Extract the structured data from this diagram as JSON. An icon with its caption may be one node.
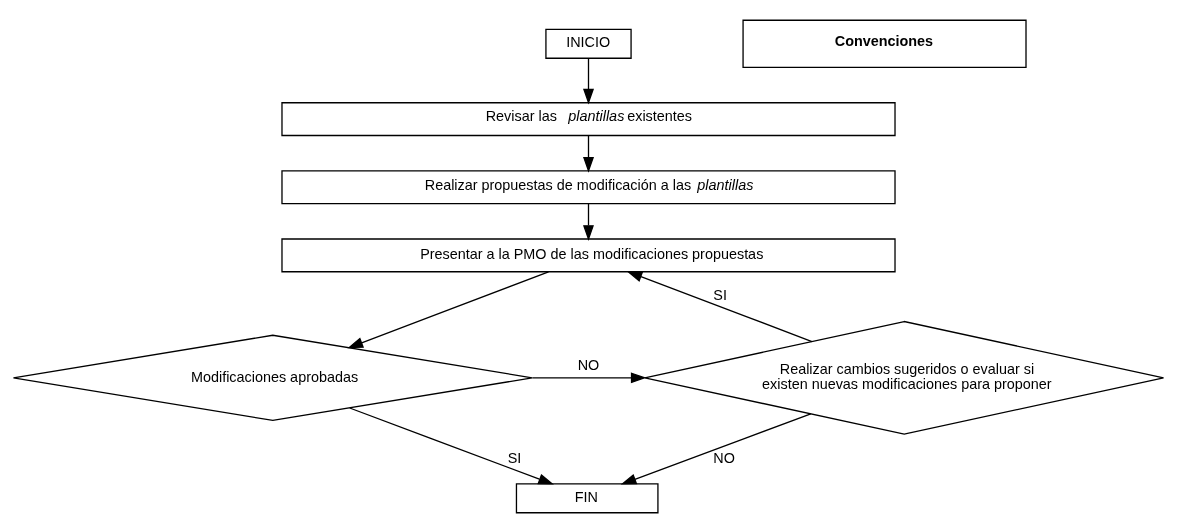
{
  "diagram": {
    "nodes": [
      {
        "text": [
          "INICIO"
        ]
      },
      {
        "text": [
          "Revisar las *plantillas* existentes"
        ]
      },
      {
        "text": [
          "Realizar propuestas de modificación a las *plantillas*"
        ]
      },
      {
        "text": [
          "Presentar a la PMO de las modificaciones propuestas"
        ]
      },
      {
        "text": [
          "Modificaciones aprobadas"
        ]
      },
      {
        "text": [
          "Realizar cambios sugeridos o evaluar si existen nuevas modificaciones para proponer"
        ]
      },
      {
        "text": [
          "FIN"
        ]
      }
    ],
    "edges": [
      {
        "from": 0,
        "to": 1,
        "arrow": "to"
      },
      {
        "from": 1,
        "to": 2,
        "arrow": "to"
      },
      {
        "from": 2,
        "to": 3,
        "arrow": "to"
      },
      {
        "from": 3,
        "to": 4,
        "arrow": "to"
      },
      {
        "from": 4,
        "to": 5,
        "arrow": "to",
        "label": "NO"
      },
      {
        "from": 4,
        "to": 6,
        "arrow": "to",
        "label": "SI"
      },
      {
        "from": 5,
        "to": 3,
        "arrow": "to",
        "label": "SI"
      },
      {
        "from": 5,
        "to": 6,
        "arrow": "to",
        "label": "NO"
      }
    ],
    "labels": [
      "Convenciones"
    ]
  }
}
